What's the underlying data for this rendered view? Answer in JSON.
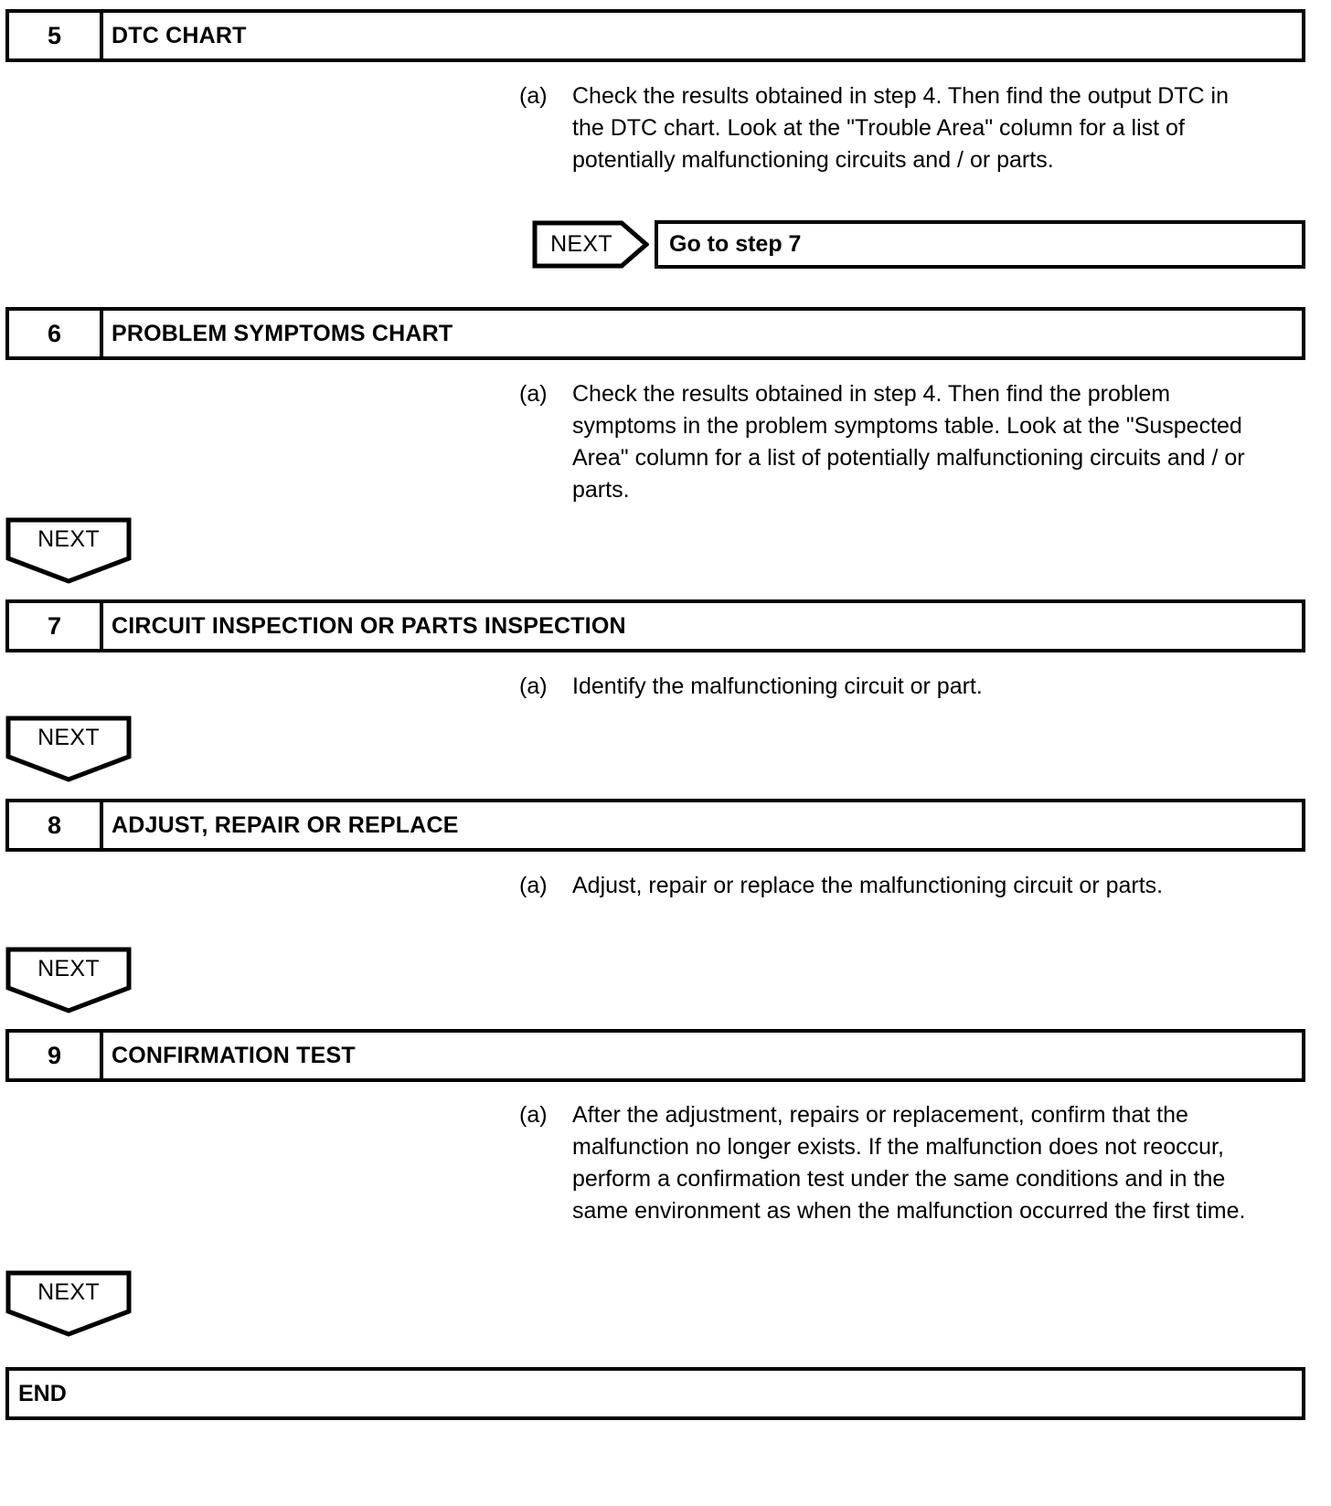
{
  "document": {
    "type": "troubleshooting-flowchart",
    "page_background": "#ffffff",
    "ink_color": "#000000"
  },
  "steps": [
    {
      "number": "5",
      "title": "DTC CHART",
      "items": [
        {
          "marker": "(a)",
          "text": "Check the results obtained in step 4. Then find the output DTC in the DTC chart. Look at the \"Trouble Area\" column for a list of potentially malfunctioning circuits and / or parts."
        }
      ],
      "connector": {
        "kind": "next-right",
        "label": "NEXT",
        "target": "Go to step 7"
      }
    },
    {
      "number": "6",
      "title": "PROBLEM SYMPTOMS CHART",
      "items": [
        {
          "marker": "(a)",
          "text": "Check the results obtained in step 4. Then find the problem symptoms in the problem symptoms table. Look at the \"Suspected Area\" column for a list of potentially malfunctioning circuits and / or parts."
        }
      ],
      "connector": {
        "kind": "next-down",
        "label": "NEXT"
      }
    },
    {
      "number": "7",
      "title": "CIRCUIT INSPECTION OR PARTS INSPECTION",
      "items": [
        {
          "marker": "(a)",
          "text": "Identify the malfunctioning circuit or part."
        }
      ],
      "connector": {
        "kind": "next-down",
        "label": "NEXT"
      }
    },
    {
      "number": "8",
      "title": "ADJUST, REPAIR OR REPLACE",
      "items": [
        {
          "marker": "(a)",
          "text": "Adjust, repair or replace the malfunctioning circuit or parts."
        }
      ],
      "connector": {
        "kind": "next-down",
        "label": "NEXT"
      }
    },
    {
      "number": "9",
      "title": "CONFIRMATION TEST",
      "items": [
        {
          "marker": "(a)",
          "text": "After the adjustment, repairs or replacement, confirm that the malfunction no longer exists. If the malfunction does not reoccur, perform a confirmation test under the same conditions and in the same environment as when the malfunction occurred the first time."
        }
      ],
      "connector": {
        "kind": "next-down",
        "label": "NEXT"
      }
    }
  ],
  "end": {
    "label": "END"
  }
}
